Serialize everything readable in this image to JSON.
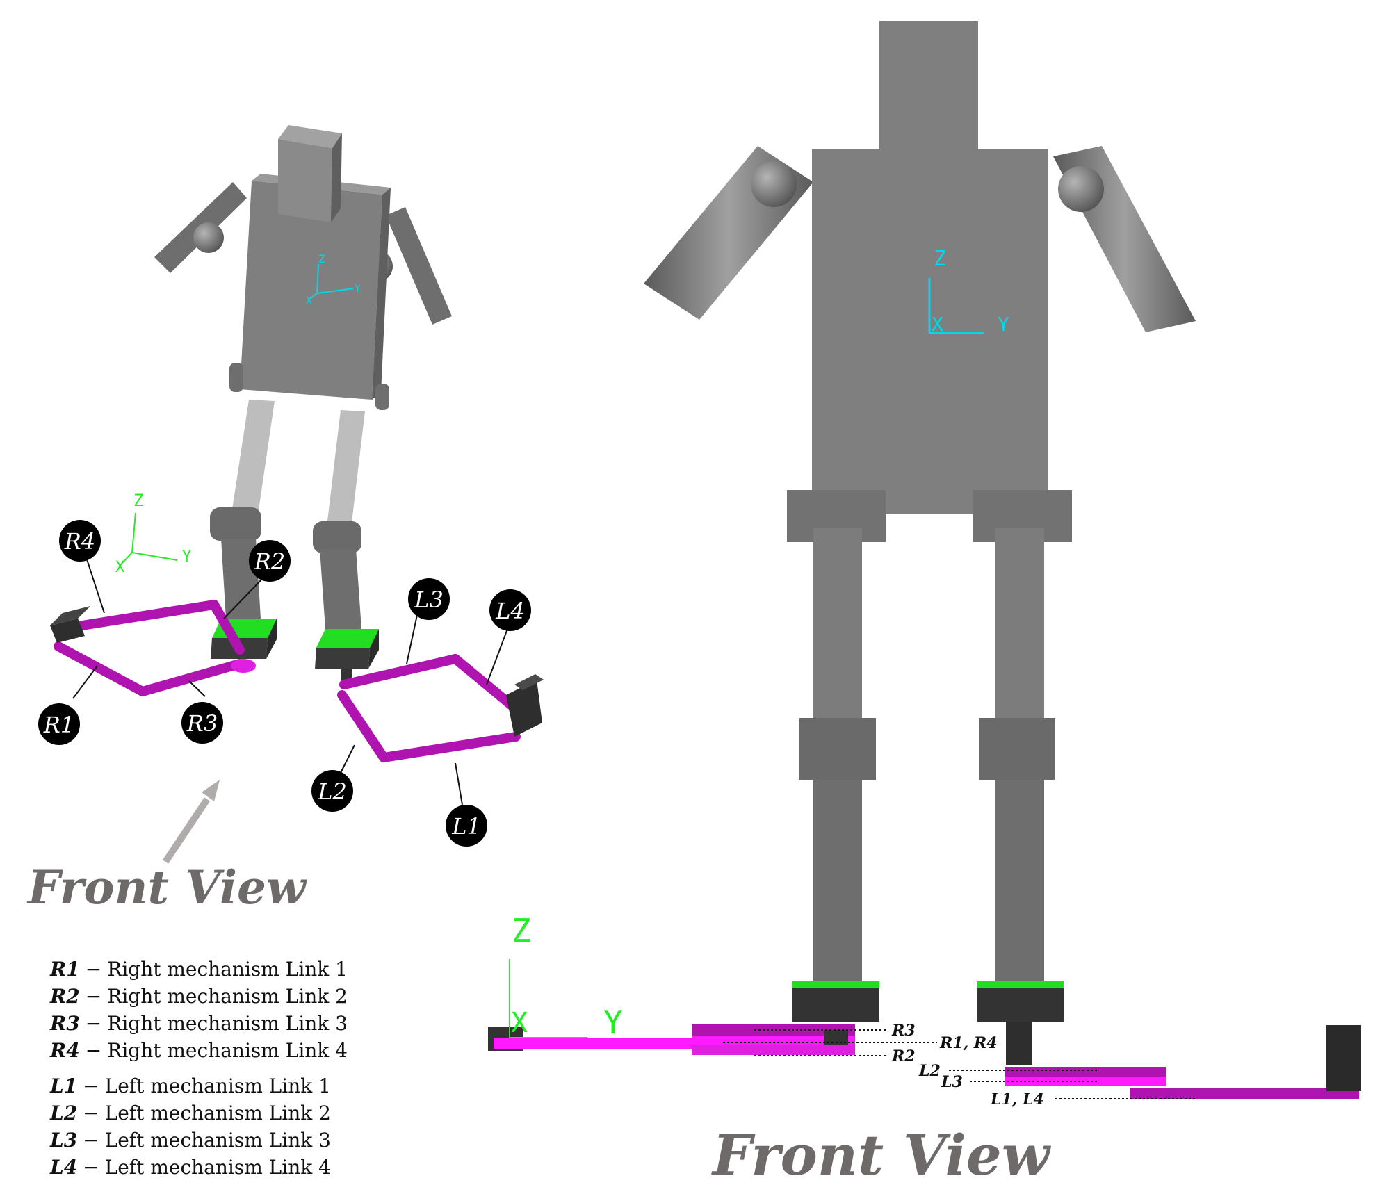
{
  "callouts": {
    "R1": "R1",
    "R2": "R2",
    "R3": "R3",
    "R4": "R4",
    "L1": "L1",
    "L2": "L2",
    "L3": "L3",
    "L4": "L4"
  },
  "captions": {
    "left_view": "Front View",
    "right_view": "Front View"
  },
  "axes": {
    "z": "Z",
    "x": "X",
    "y": "Y"
  },
  "side_labels": {
    "r3": "R3",
    "r1_r4": "R1, R4",
    "r2": "R2",
    "l2": "L2",
    "l3": "L3",
    "l1_l4": "L1, L4"
  },
  "legend": {
    "dash": "−",
    "items": [
      {
        "code": "R1",
        "text": "Right mechanism Link 1"
      },
      {
        "code": "R2",
        "text": "Right mechanism Link 2"
      },
      {
        "code": "R3",
        "text": "Right mechanism Link 3"
      },
      {
        "code": "R4",
        "text": "Right mechanism Link 4"
      },
      {
        "code": "L1",
        "text": "Left mechanism Link 1"
      },
      {
        "code": "L2",
        "text": "Left mechanism Link 2"
      },
      {
        "code": "L3",
        "text": "Left mechanism Link 3"
      },
      {
        "code": "L4",
        "text": "Left mechanism Link 4"
      }
    ]
  },
  "colors": {
    "body": "#7f7f7f",
    "body_dark": "#5e5e5e",
    "thigh_light": "#b8b8b8",
    "link_magenta": "#b014b0",
    "link_bright": "#ff1aff",
    "foot_green": "#22dd22",
    "axis_cyan": "#00d8e8",
    "axis_green": "#22ee22",
    "caption_gray": "#6e6a6a"
  }
}
